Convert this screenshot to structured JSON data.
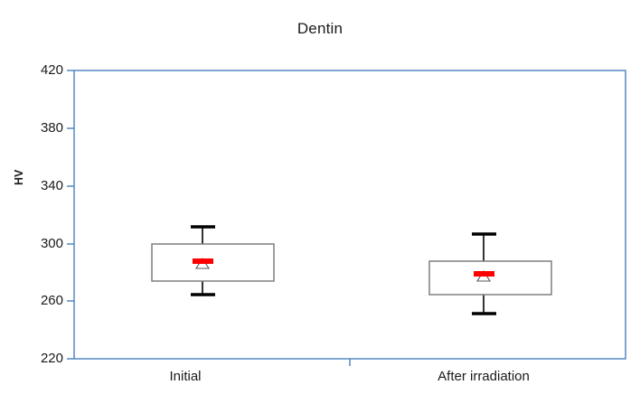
{
  "chart_data": {
    "type": "box",
    "title": "Dentin",
    "xlabel": "",
    "ylabel": "HV",
    "ylim": [
      220,
      420
    ],
    "ytick_step": 40,
    "yticks": [
      220,
      260,
      300,
      340,
      380,
      420
    ],
    "grid": false,
    "legend": "none",
    "categories": [
      "Initial",
      "After irradiation"
    ],
    "boxes": [
      {
        "category": "Initial",
        "whisker_low": 264,
        "q1": 274,
        "median": 298,
        "q3": 298,
        "whisker_high": 311,
        "mean": 287,
        "mean_marker": "red-bar-with-triangle"
      },
      {
        "category": "After irradiation",
        "whisker_low": 251,
        "q1": 265,
        "median": 288,
        "q3": 288,
        "whisker_high": 307,
        "mean": 274,
        "mean_marker": "red-bar-with-triangle"
      }
    ],
    "colors": {
      "axis": "#4a81bf",
      "box_outline": "#7f7f7f",
      "whisker": "#000000",
      "mean_marker": "#ff0000",
      "text": "#1a1a1a",
      "background": "#ffffff"
    }
  }
}
